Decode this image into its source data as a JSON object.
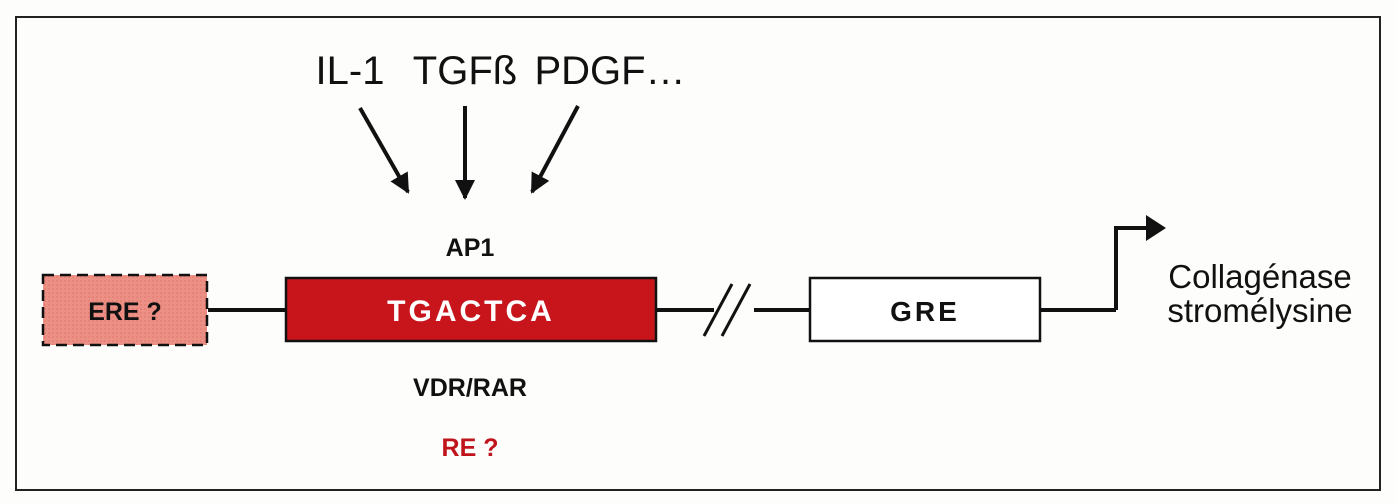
{
  "factors": {
    "il1": "IL-1",
    "tgfb": "TGFß",
    "pdgf": "PDGF…"
  },
  "labels": {
    "ap1": "AP1",
    "tgactca": "TGACTCA",
    "ere": "ERE ?",
    "gre": "GRE",
    "vdr_rar": "VDR/RAR",
    "re": "RE ?",
    "target_line1": "Collagénase",
    "target_line2": "stromélysine"
  },
  "colors": {
    "ap1_box": "#c8151c",
    "ere_box": "#ec8f85",
    "re_text": "#c0141c",
    "line": "#111111"
  }
}
